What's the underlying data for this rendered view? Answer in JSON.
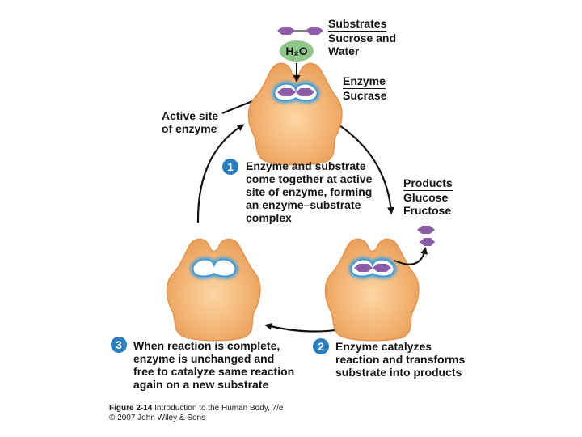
{
  "labels": {
    "substrates": {
      "header": "Substrates",
      "line1": "Sucrose and",
      "line2": "Water"
    },
    "enzyme": {
      "header": "Enzyme",
      "name": "Sucrase"
    },
    "products": {
      "header": "Products",
      "line1": "Glucose",
      "line2": "Fructose"
    },
    "active_site": {
      "line1": "Active site",
      "line2": "of enzyme"
    },
    "water": "H₂O"
  },
  "steps": [
    {
      "number": "1",
      "lines": [
        "Enzyme and substrate",
        "come together at active",
        "site of enzyme, forming",
        "an enzyme–substrate",
        "complex"
      ]
    },
    {
      "number": "2",
      "lines": [
        "Enzyme catalyzes",
        "reaction and transforms",
        "substrate into products"
      ]
    },
    {
      "number": "3",
      "lines": [
        "When reaction is complete,",
        "enzyme is unchanged and",
        "free to catalyze same reaction",
        "again on a new substrate"
      ]
    }
  ],
  "caption": {
    "figure": "Figure 2-14",
    "title": "Introduction to the Human Body, 7/e",
    "copyright": "© 2007 John Wiley & Sons"
  },
  "colors": {
    "enzyme_fill": "#f2ab68",
    "enzyme_edge": "#e2904a",
    "active_site_glow": "#3aa0e0",
    "substrate": "#8c5ca8",
    "water": "#8fc78a",
    "badge": "#2a7fc0"
  }
}
